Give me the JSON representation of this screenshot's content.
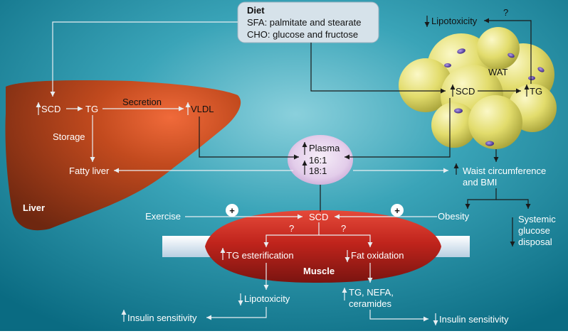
{
  "diet": {
    "title": "Diet",
    "line1": "SFA: palmitate and stearate",
    "line2": "CHO: glucose and fructose"
  },
  "liver": {
    "label": "Liver",
    "scd": "SCD",
    "tg": "TG",
    "secretion": "Secretion",
    "vldl": "VLDL",
    "storage": "Storage",
    "fatty_liver": "Fatty liver"
  },
  "plasma": {
    "label": "Plasma",
    "ratio1": "16:1",
    "ratio2": "18:1"
  },
  "wat": {
    "label": "WAT",
    "scd": "SCD",
    "tg": "TG",
    "lipotoxicity": "Lipotoxicity",
    "question": "?"
  },
  "waist": {
    "line1": "Waist circumference",
    "line2": "and BMI"
  },
  "systemic": {
    "line1": "Systemic",
    "line2": "glucose",
    "line3": "disposal"
  },
  "muscle": {
    "label": "Muscle",
    "exercise": "Exercise",
    "obesity": "Obesity",
    "plus": "+",
    "scd": "SCD",
    "q1": "?",
    "q2": "?",
    "tg_esterification": "TG esterification",
    "fat_oxidation": "Fat oxidation"
  },
  "outcomes": {
    "lipotoxicity": "Lipotoxicity",
    "insulin_left": "Insulin sensitivity",
    "tg_nefa": "TG, NEFA,",
    "ceramides": "ceramides",
    "insulin_right": "Insulin sensitivity"
  },
  "colors": {
    "background": "#1f8aa0",
    "liver": "#9e3d18",
    "muscle": "#c0241c",
    "fat": "#e2dc6c",
    "plasma": "#e3cdea"
  }
}
